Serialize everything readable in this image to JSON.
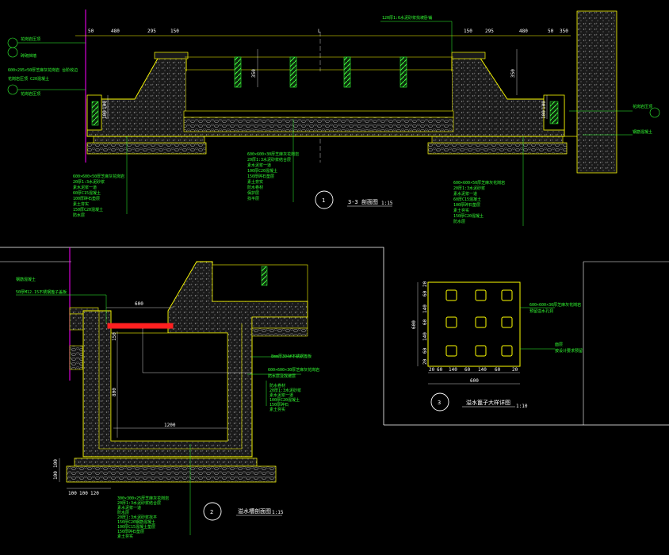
{
  "section_1": {
    "number": "1",
    "title": "3-3 剖面图",
    "scale": "1:15",
    "top_dims": [
      "50",
      "480",
      "295",
      "150",
      "L",
      "150",
      "295",
      "480",
      "50",
      "350"
    ],
    "top_note": "120厚1:6水泥砂浆找坡卧铺",
    "height_dims": [
      "350",
      "350"
    ],
    "left_dims": [
      "100",
      "100"
    ],
    "right_dims": [
      "100",
      "100"
    ],
    "left_callouts": [
      "花岗岩压顶",
      "砖砌挡墙",
      "600×295×50厚芝麻灰花岗岩 台阶收边",
      "花岗岩压顶 C20混凝土",
      "花岗岩压顶"
    ],
    "right_callouts": [
      "花岗岩压顶",
      "钢筋混凝土"
    ],
    "bottom_notes_left": [
      "600×600×50厚芝麻灰花岗岩",
      "20厚1:3水泥砂浆",
      "素水泥浆一道",
      "60厚C15混凝土",
      "100厚碎石垫层",
      "素土夯实",
      "150厚C20混凝土",
      "防水层"
    ],
    "bottom_notes_center": [
      "600×600×30厚芝麻灰花岗岩",
      "20厚1:3水泥砂浆结合层",
      "素水泥浆一道",
      "100厚C20混凝土",
      "150厚碎石垫层",
      "素土夯实",
      "防水卷材",
      "保护层",
      "找平层"
    ],
    "bottom_notes_right": [
      "600×600×50厚芝麻灰花岗岩",
      "20厚1:3水泥砂浆",
      "素水泥浆一道",
      "60厚C15混凝土",
      "100厚碎石垫层",
      "素土夯实",
      "150厚C20混凝土",
      "防水层"
    ]
  },
  "section_2": {
    "number": "2",
    "title": "溢水槽剖面图",
    "scale": "1:15",
    "top_left_label": "钢筋混凝土",
    "callout_top": "50厚M12.15不锈钢篦子盖板",
    "dim_top": "600",
    "dim_v1": "150",
    "dim_v2": "800",
    "dim_inner_width": "1200",
    "dim_bottom": [
      "100",
      "100",
      "120"
    ],
    "dim_left": [
      "100",
      "100"
    ],
    "right_callouts": [
      "8mm厚304#不锈钢篦板",
      "600×600×30厚芝麻灰花岗岩",
      "防水层及找坡层"
    ],
    "right_notes": [
      "防水卷材",
      "20厚1:3水泥砂浆",
      "素水泥浆一道",
      "100厚C20混凝土",
      "150厚碎石",
      "素土夯实"
    ],
    "bottom_notes": [
      "300×300×25厚芝麻灰花岗岩",
      "20厚1:3水泥砂浆结合层",
      "素水泥浆一道",
      "防水层",
      "20厚1:3水泥砂浆找平",
      "150厚C20钢筋混凝土",
      "100厚C15混凝土垫层",
      "150厚碎石垫层",
      "素土夯实"
    ]
  },
  "section_3": {
    "number": "3",
    "title": "溢水篦子大样详图",
    "scale": "1:10",
    "row_dims": [
      "20",
      "60",
      "140",
      "60",
      "140",
      "60",
      "20"
    ],
    "col_dims": [
      "20",
      "60",
      "140",
      "60",
      "140",
      "60",
      "20"
    ],
    "overall_dim": "600",
    "side_dim": "600",
    "callouts": [
      "600×600×30厚芝麻灰花岗岩",
      "预留溢水孔洞",
      "面层",
      "按设计要求预留"
    ]
  },
  "colors": {
    "background": "#000000",
    "line": "#ffff00",
    "text": "#ffffff",
    "annotation": "#33ff33",
    "hatch": "#8a8a8a",
    "accent": "#ff00ff",
    "highlight": "#ff2020"
  }
}
